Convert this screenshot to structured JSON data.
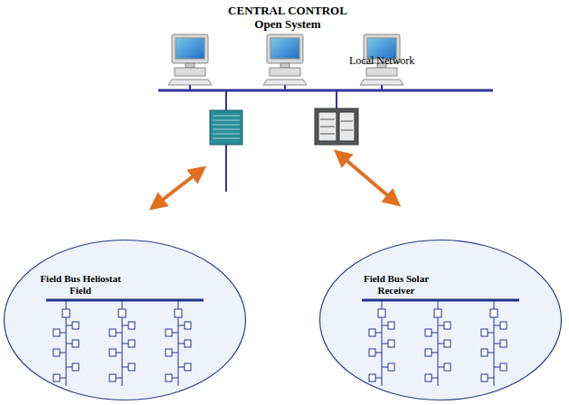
{
  "diagram": {
    "title": "CENTRAL CONTROL",
    "nodes": [
      {
        "text": [
          "Field Bus Heliostat Field"
        ]
      },
      {
        "text": [
          "Field Bus Solar Receiver"
        ]
      }
    ],
    "labels": [
      "Open System",
      "Local Network"
    ]
  }
}
